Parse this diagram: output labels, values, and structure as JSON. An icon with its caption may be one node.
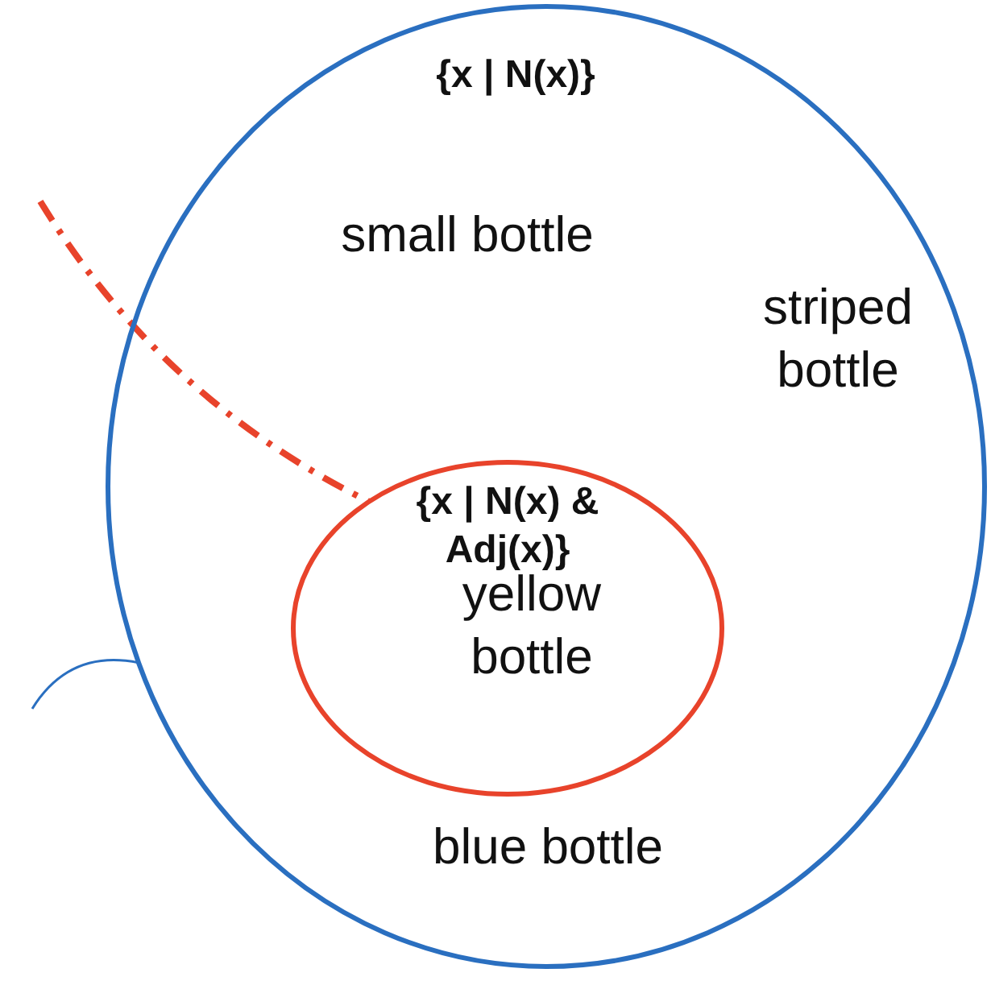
{
  "diagram": {
    "nodes": [
      {
        "text": [
          "{x | N(x)}",
          "small bottle",
          "striped bottle",
          "blue bottle"
        ]
      },
      {
        "text": [
          "{x | N(x) & Adj(x)}",
          "yellow bottle"
        ],
        "in": 0
      }
    ],
    "edges": [
      {
        "from": null,
        "to": 1,
        "arrow": "none",
        "style": "dashed",
        "color": "#e8432b"
      },
      {
        "from": null,
        "to": 0,
        "arrow": "none",
        "color": "#2a6fc0"
      }
    ]
  }
}
